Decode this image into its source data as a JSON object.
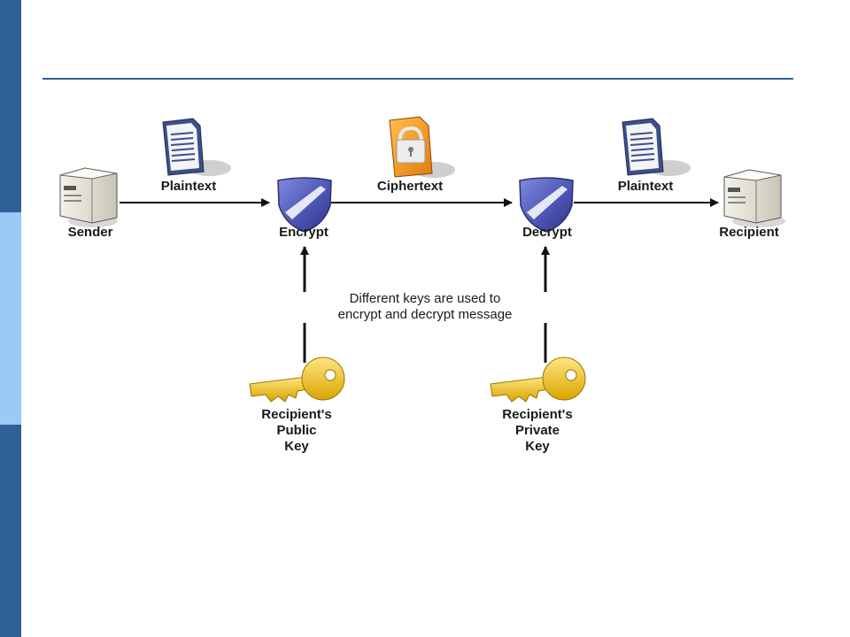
{
  "colors": {
    "sidebar_dark": "#2f6196",
    "sidebar_light": "#9ccaf6",
    "rule": "#2f6196",
    "shield": "#4b56b4",
    "key": "#f0c21c",
    "lock_doc": "#f09a24",
    "arrow": "#111111"
  },
  "nodes": {
    "sender": "Sender",
    "encrypt": "Encrypt",
    "decrypt": "Decrypt",
    "recipient": "Recipient"
  },
  "edges": {
    "plaintext_1": "Plaintext",
    "ciphertext": "Ciphertext",
    "plaintext_2": "Plaintext"
  },
  "keys": {
    "public": {
      "line1": "Recipient's",
      "line2": "Public",
      "line3": "Key"
    },
    "private": {
      "line1": "Recipient's",
      "line2": "Private",
      "line3": "Key"
    }
  },
  "note": {
    "line1": "Different keys are used to",
    "line2": "encrypt and decrypt message"
  },
  "icons": {
    "server": "server-icon",
    "document": "document-icon",
    "locked_document": "locked-document-icon",
    "shield": "shield-icon",
    "key": "key-icon"
  }
}
